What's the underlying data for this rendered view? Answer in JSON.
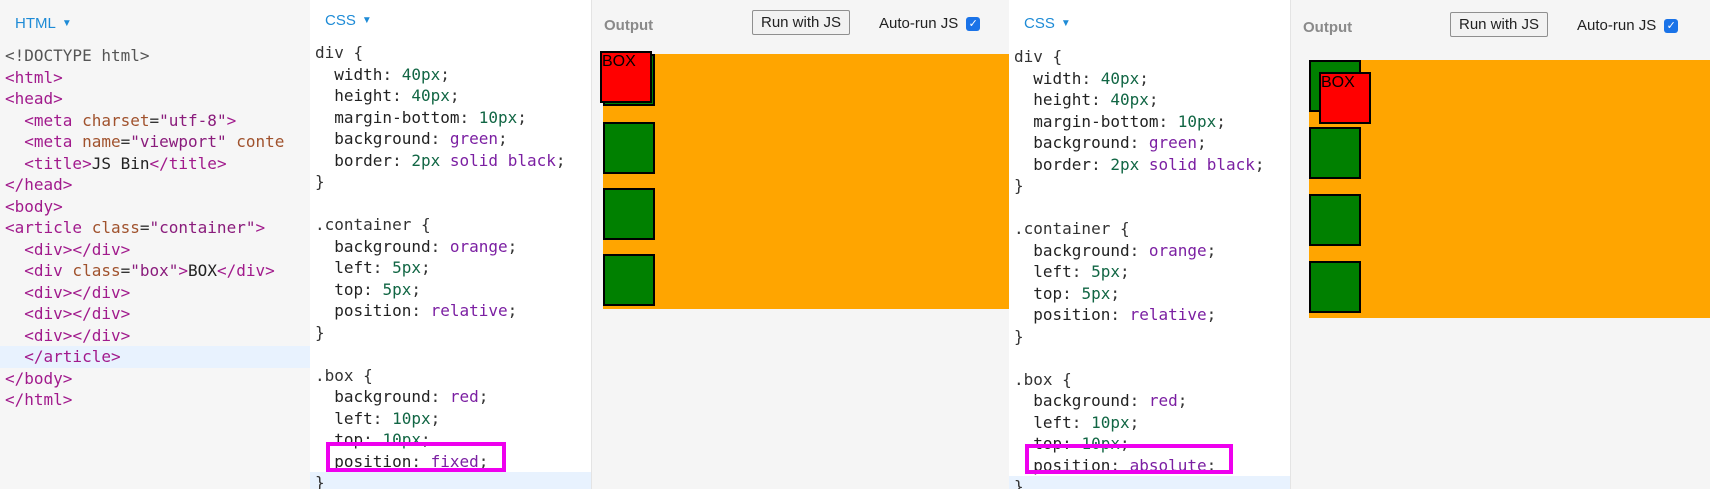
{
  "panels": {
    "html_label": "HTML",
    "css_label": "CSS",
    "output_label": "Output",
    "run_button": "Run with JS",
    "autorun_label": "Auto-run JS"
  },
  "box_text": "BOX",
  "colors": {
    "orange": "#ffa500",
    "green": "#008000",
    "red": "#ff0000",
    "highlight": "#ee00ee",
    "tab_blue": "#1e8bd6"
  },
  "html_code": [
    "<!DOCTYPE html>",
    "<html>",
    "<head>",
    "  <meta charset=\"utf-8\">",
    "  <meta name=\"viewport\" conte",
    "  <title>JS Bin</title>",
    "</head>",
    "<body>",
    "<article class=\"container\">",
    "  <div></div>",
    "  <div class=\"box\">BOX</div>",
    "  <div></div>",
    "  <div></div>",
    "  <div></div>",
    "  </article>",
    "</body>",
    "</html>"
  ],
  "css_left": [
    "div {",
    "  width: 40px;",
    "  height: 40px;",
    "  margin-bottom: 10px;",
    "  background: green;",
    "  border: 2px solid black;",
    "}",
    "",
    ".container {",
    "  background: orange;",
    "  left: 5px;",
    "  top: 5px;",
    "  position: relative;",
    "}",
    "",
    ".box {",
    "  background: red;",
    "  left: 10px;",
    "  top: 10px;",
    "  position: fixed;",
    "}"
  ],
  "css_right": [
    "div {",
    "  width: 40px;",
    "  height: 40px;",
    "  margin-bottom: 10px;",
    "  background: green;",
    "  border: 2px solid black;",
    "}",
    "",
    ".container {",
    "  background: orange;",
    "  left: 5px;",
    "  top: 5px;",
    "  position: relative;",
    "}",
    "",
    ".box {",
    "  background: red;",
    "  left: 10px;",
    "  top: 10px;",
    "  position: absolute;",
    "}"
  ]
}
